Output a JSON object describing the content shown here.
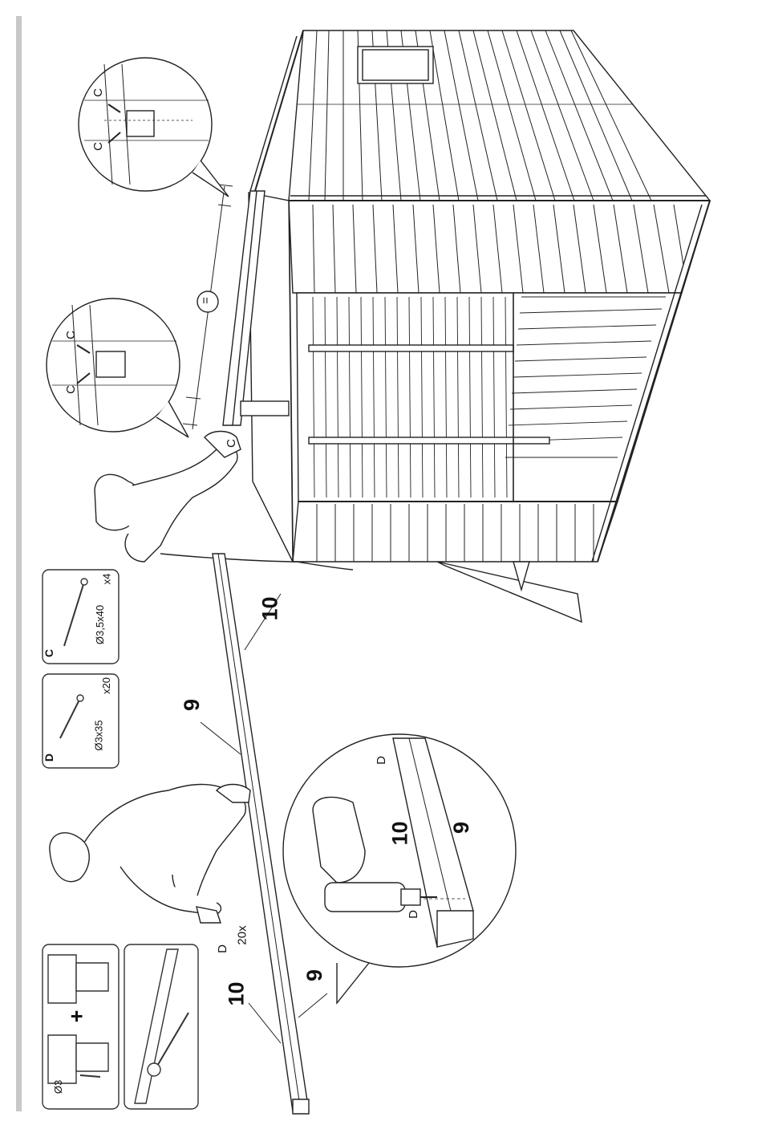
{
  "labels": {
    "part_9": "9",
    "part_10": "10",
    "screw_c": "C",
    "screw_d": "D",
    "equal_sign": "=",
    "qty_20x": "20x"
  },
  "tools": {
    "drill_bit": "Ø3",
    "plus": "+"
  },
  "hardware": [
    {
      "letter": "C",
      "spec": "Ø3,5x40",
      "qty": "x4"
    },
    {
      "letter": "D",
      "spec": "Ø3x35",
      "qty": "x20"
    }
  ],
  "colors": {
    "line": "#222222",
    "side_bar": "#c8c8c8",
    "tool_box_border": "#333333"
  }
}
